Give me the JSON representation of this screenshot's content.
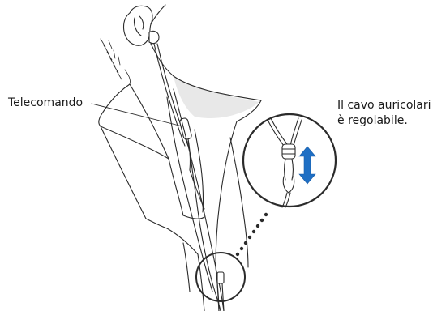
{
  "labels": {
    "remote": "Telecomando",
    "cable_line1": "Il cavo auricolari",
    "cable_line2": "è regolabile."
  },
  "colors": {
    "outline": "#2b2b2b",
    "shadow": "#d9d9d9",
    "arrow": "#1f6fc4"
  },
  "icons": {
    "adjust": "double-arrow-vertical"
  }
}
